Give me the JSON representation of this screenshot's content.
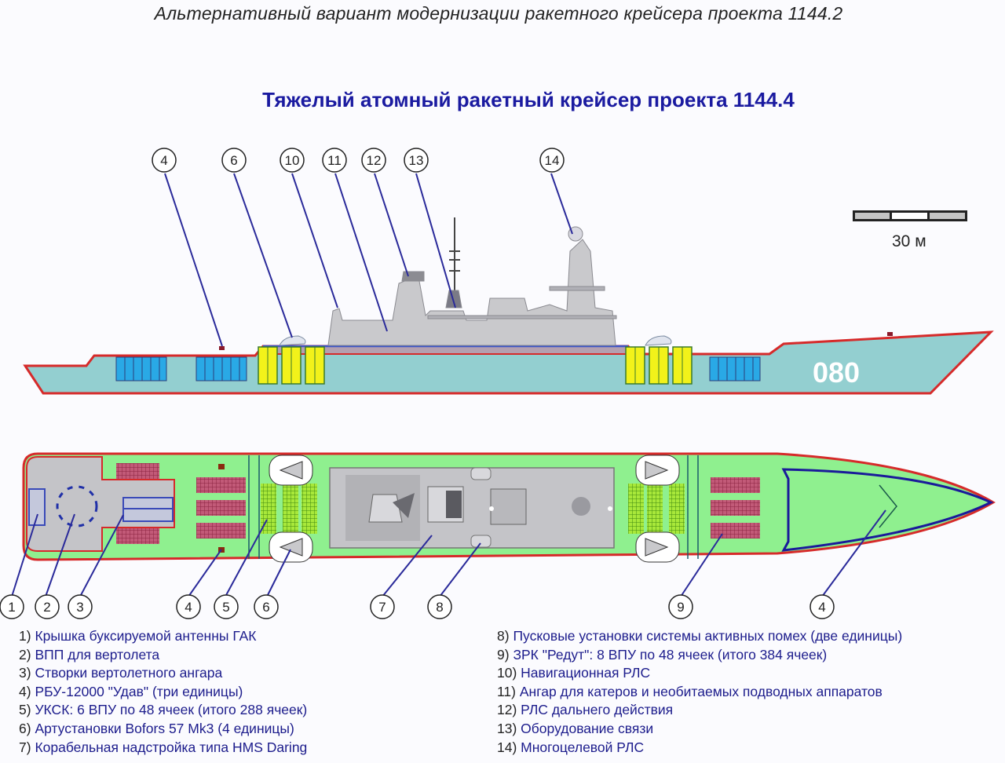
{
  "header": {
    "subtitle": "Альтернативный вариант модернизации ракетного крейсера проекта 1144.2",
    "title": "Тяжелый атомный ракетный крейсер проекта 1144.4"
  },
  "scale": {
    "label": "30 м",
    "segments": 3
  },
  "ship": {
    "hull_number": "080"
  },
  "colors": {
    "title": "#1a1aa0",
    "legend_text": "#1c1c8c",
    "hull_fill": "#93cfd0",
    "hull_outline": "#d62a2a",
    "deck_green": "#8ff08f",
    "vls_blue": "#29a9e6",
    "vls_yellow": "#f2f21a",
    "redut_cells": "#b23a5a",
    "superstructure": "#c9c9cc",
    "leader_line": "#2a2a9a"
  },
  "side_callouts": [
    "4",
    "6",
    "10",
    "11",
    "12",
    "13",
    "14"
  ],
  "top_callouts": [
    "1",
    "2",
    "3",
    "4",
    "5",
    "6",
    "7",
    "8",
    "9",
    "4"
  ],
  "legend": {
    "left": [
      {
        "num": "1)",
        "text": "Крышка буксируемой антенны ГАК"
      },
      {
        "num": "2)",
        "text": "ВПП для вертолета"
      },
      {
        "num": "3)",
        "text": "Створки вертолетного ангара"
      },
      {
        "num": "4)",
        "text": "РБУ-12000 \"Удав\" (три единицы)"
      },
      {
        "num": "5)",
        "text": "УКСК: 6 ВПУ по 48 ячеек (итого 288 ячеек)"
      },
      {
        "num": "6)",
        "text": "Артустановки Bofors 57 Mk3 (4 единицы)"
      },
      {
        "num": "7)",
        "text": "Корабельная надстройка типа HMS Daring"
      }
    ],
    "right": [
      {
        "num": "8)",
        "text": "Пусковые установки системы активных помех (две единицы)"
      },
      {
        "num": "9)",
        "text": "ЗРК \"Редут\": 8 ВПУ по 48 ячеек (итого 384 ячеек)"
      },
      {
        "num": "10)",
        "text": "Навигационная РЛС"
      },
      {
        "num": "11)",
        "text": "Ангар для катеров и необитаемых подводных аппаратов"
      },
      {
        "num": "12)",
        "text": "РЛС дальнего действия"
      },
      {
        "num": "13)",
        "text": "Оборудование связи"
      },
      {
        "num": "14)",
        "text": "Многоцелевой РЛС"
      }
    ]
  }
}
